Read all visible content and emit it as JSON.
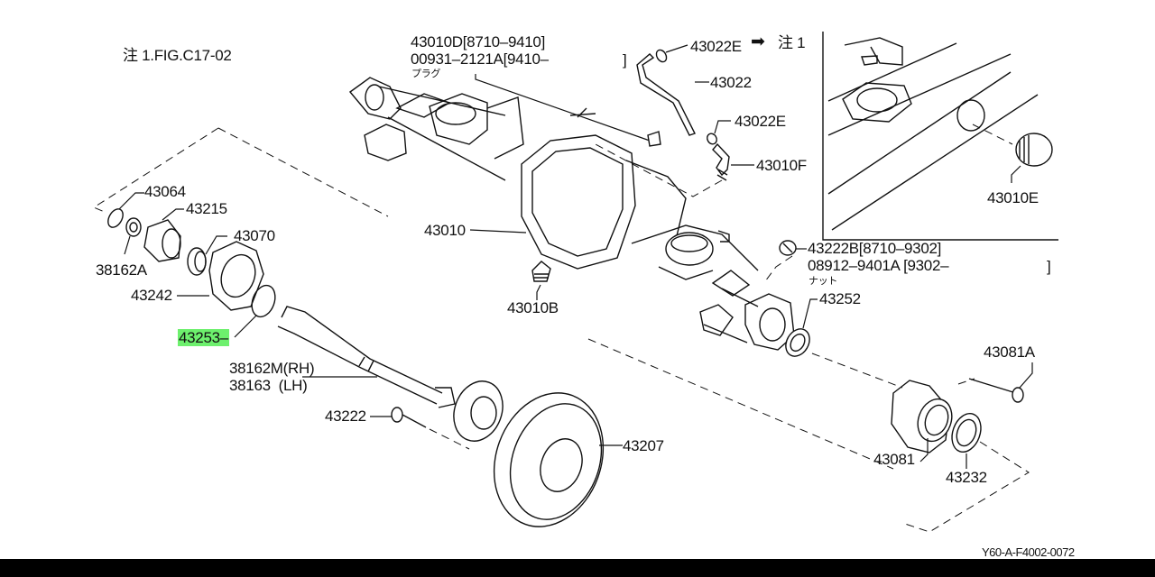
{
  "note": "注 1.FIG.C17-02",
  "highlight_color": "#6df06d",
  "inset": {
    "arrow_label": "43022E",
    "arrow_ref": "注 1",
    "part": "43010E"
  },
  "parts": {
    "p43010D": "43010D[8710–9410]",
    "p00931": "00931–2121A[9410–",
    "p00931_close": "]",
    "p00931_kana": "プラグ",
    "p43022E_top": "43022E",
    "p43022": "43022",
    "p43022E_mid": "43022E",
    "p43010F": "43010F",
    "p43064": "43064",
    "p43215": "43215",
    "p43070": "43070",
    "p38162A": "38162A",
    "p43242": "43242",
    "p43253": "43253–",
    "p43010": "43010",
    "p43010B": "43010B",
    "p43222B": "43222B[8710–9302]",
    "p08912": "08912–9401A [9302–",
    "p08912_close": "]",
    "p08912_kana": "ナット",
    "p43252": "43252",
    "p38162M": "38162M(RH)",
    "p38163": "38163  (LH)",
    "p43222": "43222",
    "p43207": "43207",
    "p43081A": "43081A",
    "p43081": "43081",
    "p43232": "43232"
  },
  "figure_code": "Y60-A-F4002-0072"
}
